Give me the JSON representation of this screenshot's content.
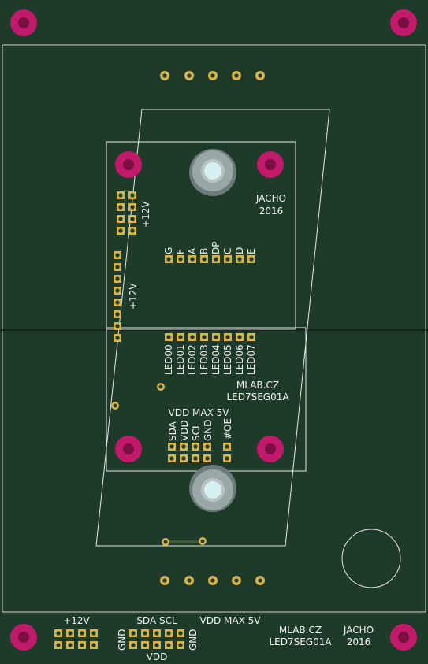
{
  "colors": {
    "board": "#1e3b2a",
    "silkscreen": "#f2f2f2",
    "mounting_pad": "#c21a6a",
    "mounting_hole": "#7a0f42",
    "pad_gold": "#d8b24a",
    "display_gray": "#9aa7a7"
  },
  "upper_module": {
    "author": "JACHO",
    "year": "2016",
    "power_label_1": "+12V",
    "power_label_2": "+12V",
    "segment_labels": [
      "G",
      "F",
      "A",
      "B",
      "DP",
      "C",
      "D",
      "E"
    ],
    "led_labels": [
      "LED00",
      "LED01",
      "LED02",
      "LED03",
      "LED04",
      "LED05",
      "LED06",
      "LED07"
    ],
    "brand": "MLAB.CZ",
    "part_number": "LED7SEG01A",
    "vdd_note": "VDD MAX 5V",
    "i2c_labels": [
      "SDA",
      "VDD",
      "SCL",
      "GND"
    ],
    "oe_label": "#OE"
  },
  "bottom_strip": {
    "power_label": "+12V",
    "bus_label": "SDA SCL",
    "vdd_note": "VDD MAX 5V",
    "brand": "MLAB.CZ",
    "part_number": "LED7SEG01A",
    "author": "JACHO",
    "year": "2016",
    "gnd_left": "GND",
    "gnd_right": "GND",
    "vdd_label": "VDD"
  }
}
